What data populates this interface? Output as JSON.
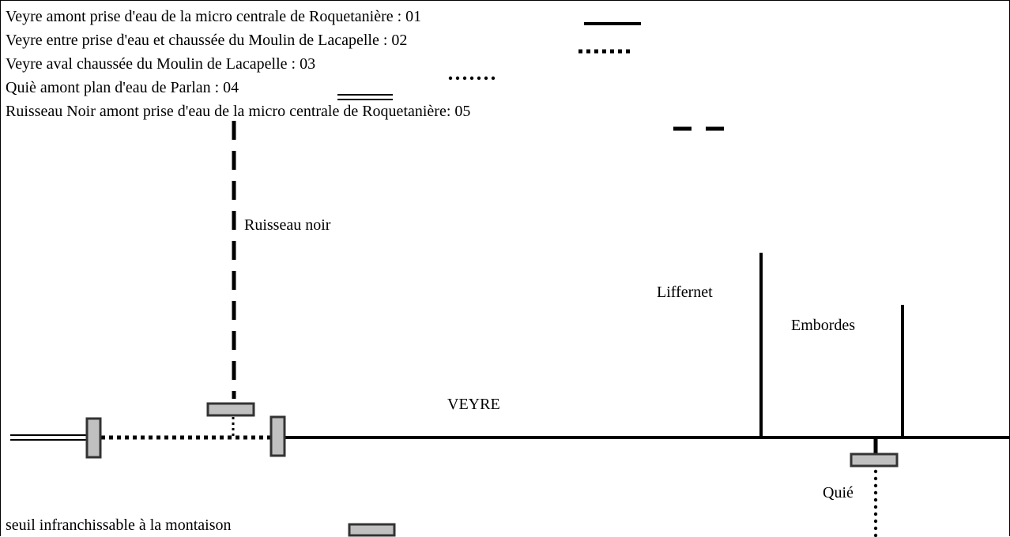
{
  "legend": {
    "items": [
      {
        "code": "01",
        "label": "Veyre amont prise d'eau de la micro centrale de Roquetanière : 01",
        "style": "solid"
      },
      {
        "code": "02",
        "label": "Veyre entre prise d'eau et chaussée du Moulin de Lacapelle : 02",
        "style": "dotted-thick"
      },
      {
        "code": "03",
        "label": "Veyre aval chaussée du Moulin de Lacapelle : 03",
        "style": "dotted-round"
      },
      {
        "code": "04",
        "label": "Quiè amont plan d'eau de Parlan : 04",
        "style": "double"
      },
      {
        "code": "05",
        "label": "Ruisseau Noir amont  prise d'eau de la micro centrale de Roquetanière: 05",
        "style": "dashed"
      }
    ],
    "barrier_label": "seuil infranchissable à la montaison"
  },
  "streams": {
    "veyre": "VEYRE",
    "ruisseau_noir": "Ruisseau noir",
    "liffernet": "Liffernet",
    "embordes": "Embordes",
    "quie": "Quié"
  },
  "colors": {
    "line": "#000000",
    "barrier_fill": "#c0c0c0",
    "barrier_stroke": "#333333"
  }
}
